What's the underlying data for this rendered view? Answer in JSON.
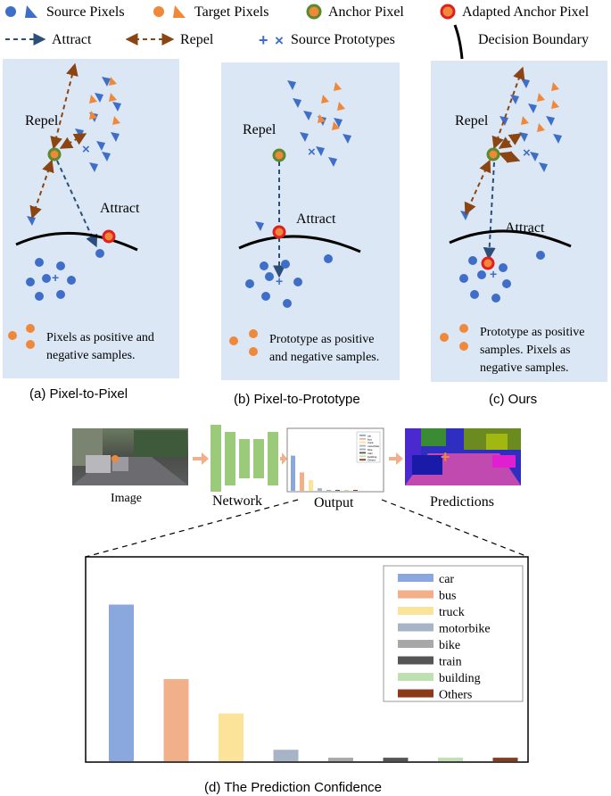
{
  "legend": {
    "source_pixels": "Source Pixels",
    "target_pixels": "Target Pixels",
    "anchor_pixel": "Anchor Pixel",
    "adapted_anchor_pixel": "Adapted Anchor Pixel",
    "attract": "Attract",
    "repel": "Repel",
    "source_prototypes": "Source Prototypes",
    "decision_boundary": "Decision Boundary"
  },
  "panels": [
    {
      "caption": "(a) Pixel-to-Pixel",
      "repel": "Repel",
      "attract": "Attract",
      "note_line1": "Pixels as positive and",
      "note_line2": "negative samples."
    },
    {
      "caption": "(b) Pixel-to-Prototype",
      "repel": "Repel",
      "attract": "Attract",
      "note_line1": "Prototype as positive",
      "note_line2": "and negative samples."
    },
    {
      "caption": "(c) Ours",
      "repel": "Repel",
      "attract": "Attract",
      "note_line1": "Prototype as positive",
      "note_line2": "samples. Pixels as",
      "note_line3": "negative samples."
    }
  ],
  "pipeline": {
    "image": "Image",
    "network": "Network",
    "output": "Output",
    "predictions": "Predictions"
  },
  "colors": {
    "panel_bg": "#dbe7f5",
    "source_blue": "#3f6ec9",
    "target_orange": "#f0883a",
    "anchor_green": "#5b8a2e",
    "adapted_red": "#e02020",
    "arrow_brown": "#8b4513",
    "network_green": "#9bca7b"
  },
  "chart_data": {
    "type": "bar",
    "title": "(d) The Prediction Confidence",
    "categories": [
      "car",
      "bus",
      "truck",
      "motorbike",
      "bike",
      "train",
      "building",
      "Others"
    ],
    "values": [
      0.82,
      0.43,
      0.25,
      0.06,
      0.018,
      0.018,
      0.018,
      0.018
    ],
    "colors": [
      "#8aa8de",
      "#f2b08a",
      "#fbe39a",
      "#a6b4c6",
      "#a8a8a8",
      "#555555",
      "#bfe0b0",
      "#8b3a1a"
    ],
    "ylim": [
      0,
      1
    ],
    "legend_position": "top-right"
  }
}
